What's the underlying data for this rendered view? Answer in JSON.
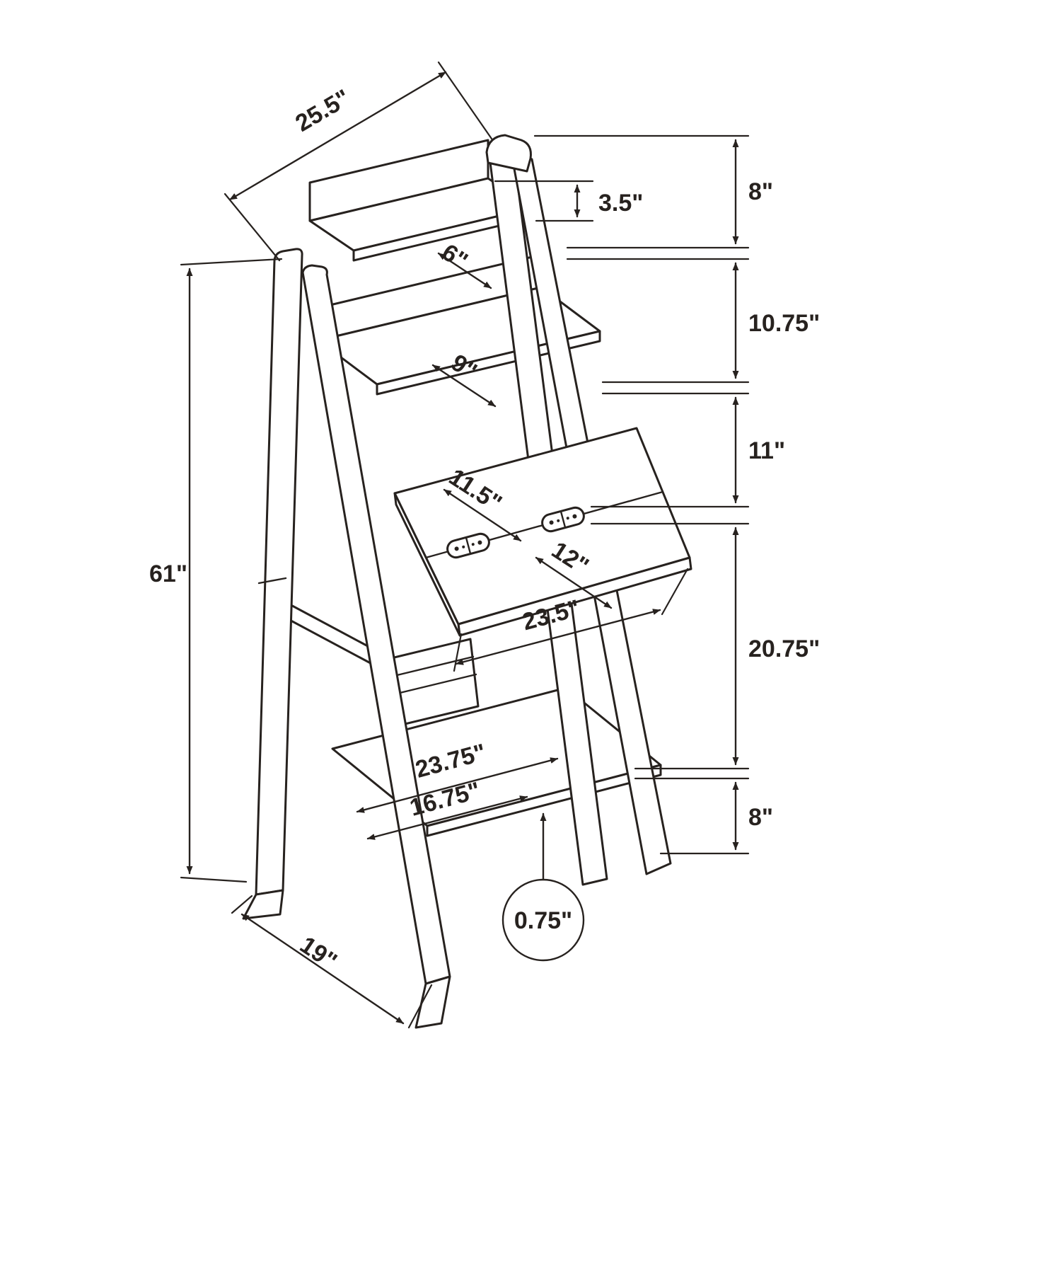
{
  "drawing": {
    "dimensions": {
      "top_width": "25.5\"",
      "lip_height": "3.5\"",
      "top_section_height": "8\"",
      "top_shelf_depth": "6\"",
      "second_section_height": "10.75\"",
      "second_shelf_depth": "9\"",
      "third_section_height": "11\"",
      "desk_fixed_depth": "11.5\"",
      "desk_flap_depth": "12\"",
      "desk_width": "23.5\"",
      "desk_section_height": "20.75\"",
      "bottom_shelf_width": "23.75\"",
      "bottom_shelf_inner_width": "16.75\"",
      "bottom_section_height": "8\"",
      "panel_thickness": "0.75\"",
      "total_height": "61\"",
      "base_depth": "19\""
    },
    "colors": {
      "line": "#27221f",
      "background": "#ffffff"
    }
  }
}
